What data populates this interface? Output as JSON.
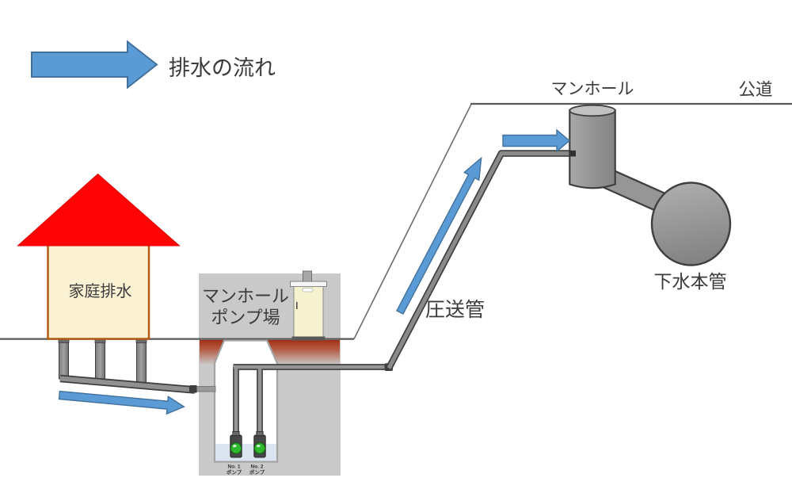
{
  "legend": {
    "flow_label": "排水の流れ"
  },
  "house": {
    "label": "家庭排水"
  },
  "pump_station": {
    "label_line1": "マンホール",
    "label_line2": "ポンプ場",
    "pumps": [
      {
        "line1": "No. 1",
        "line2": "ポンプ"
      },
      {
        "line1": "No. 2",
        "line2": "ポンプ"
      }
    ]
  },
  "pressure_pipe": {
    "label": "圧送管"
  },
  "manhole": {
    "label": "マンホール"
  },
  "road": {
    "label": "公道"
  },
  "sewer_main": {
    "label": "下水本管"
  },
  "colors": {
    "flow_arrow": "#5B9BD5",
    "flow_arrow_border": "#41719C",
    "roof_red": "#FE0404",
    "house_fill": "#FBF2D3",
    "house_border": "#B45A12",
    "soil_gray": "#C9C9C9",
    "warning_red_band": "#A32C10",
    "pipe_gray": "#8C8C8C",
    "pipe_outline": "#3F3F3F",
    "structure_gray": "#8F8F8F",
    "ground_line": "#595959",
    "water_blue": "#DBE5F1",
    "pump_light_green": "#2EB82E",
    "cabinet_fill": "#F6F2D0",
    "text": "#3B3B3B"
  }
}
